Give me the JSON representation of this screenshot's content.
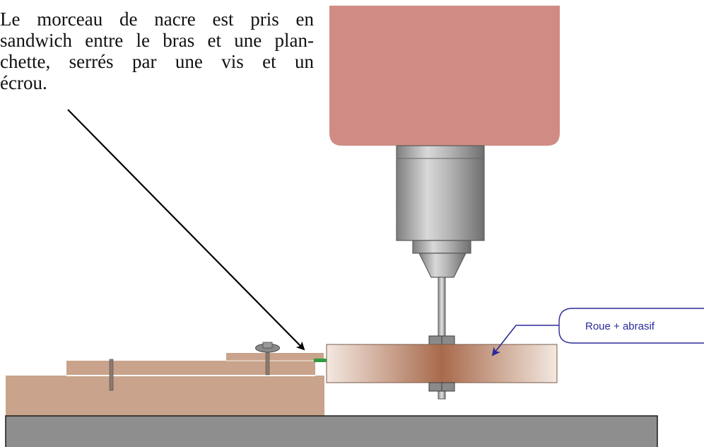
{
  "description": {
    "lines": [
      "Le morceau de nacre est pris en",
      "sandwich entre le bras et une plan-",
      "chette, serrés par une vis et un",
      "écrou."
    ]
  },
  "callout": {
    "label": "Roue + abrasif"
  },
  "colors": {
    "motor_housing": "#d08c84",
    "chuck": "#9a9a9a",
    "wood": "#c9a38b",
    "base": "#8e8e8e",
    "wheel_center": "#a86a4c",
    "arrow": "#2a2a9a",
    "nacre_piece": "#2f9a3f"
  }
}
